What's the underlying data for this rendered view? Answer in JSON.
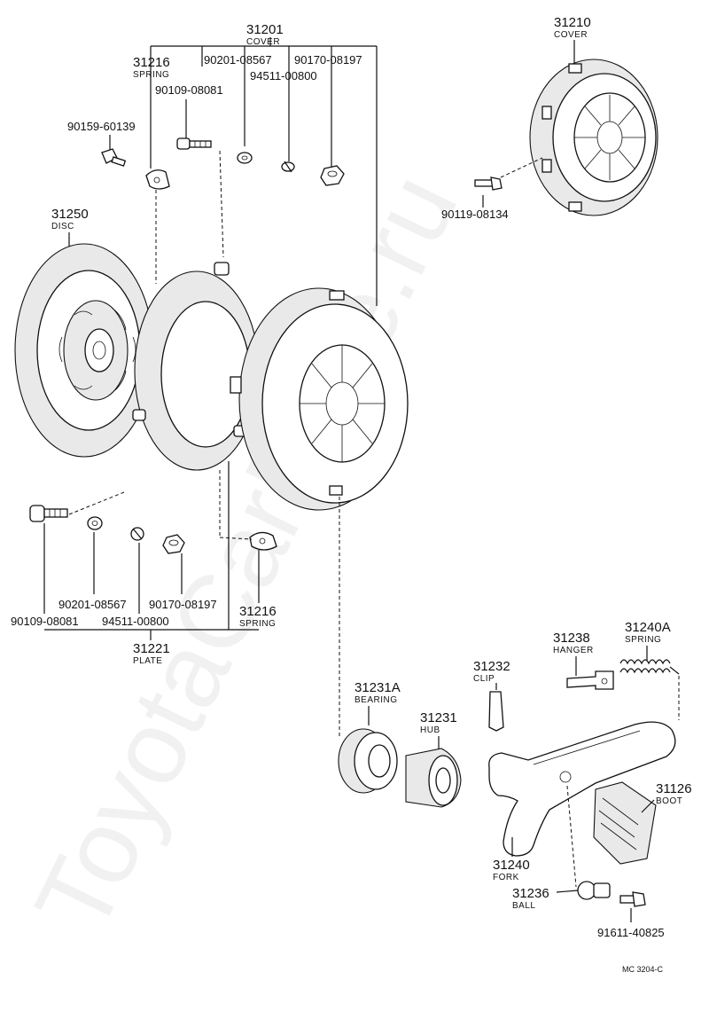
{
  "watermark": "ToyotaCarMine.ru",
  "drawing_code": "MC 3204-C",
  "groups": {
    "cover_31201": {
      "number": "31201",
      "name": "COVER"
    },
    "plate_31221": {
      "number": "31221",
      "name": "PLATE"
    }
  },
  "parts": {
    "spring_top": {
      "number": "31216",
      "name": "SPRING"
    },
    "washer_top": {
      "number": "90201-08567"
    },
    "nut_top": {
      "number": "90170-08197"
    },
    "bolt_top": {
      "number": "90109-08081"
    },
    "lockwasher_top": {
      "number": "94511-00800"
    },
    "bolt_small": {
      "number": "90159-60139"
    },
    "cover_31210": {
      "number": "31210",
      "name": "COVER"
    },
    "bolt_31210": {
      "number": "90119-08134"
    },
    "disc": {
      "number": "31250",
      "name": "DISC"
    },
    "washer_bot": {
      "number": "90201-08567"
    },
    "nut_bot": {
      "number": "90170-08197"
    },
    "bolt_bot": {
      "number": "90109-08081"
    },
    "lockwasher_bot": {
      "number": "94511-00800"
    },
    "spring_bot": {
      "number": "31216",
      "name": "SPRING"
    },
    "hanger": {
      "number": "31238",
      "name": "HANGER"
    },
    "spring_fork": {
      "number": "31240A",
      "name": "SPRING"
    },
    "clip": {
      "number": "31232",
      "name": "CLIP"
    },
    "bearing": {
      "number": "31231A",
      "name": "BEARING"
    },
    "hub": {
      "number": "31231",
      "name": "HUB"
    },
    "boot": {
      "number": "31126",
      "name": "BOOT"
    },
    "fork": {
      "number": "31240",
      "name": "FORK"
    },
    "ball": {
      "number": "31236",
      "name": "BALL"
    },
    "bolt_ball": {
      "number": "91611-40825"
    }
  }
}
